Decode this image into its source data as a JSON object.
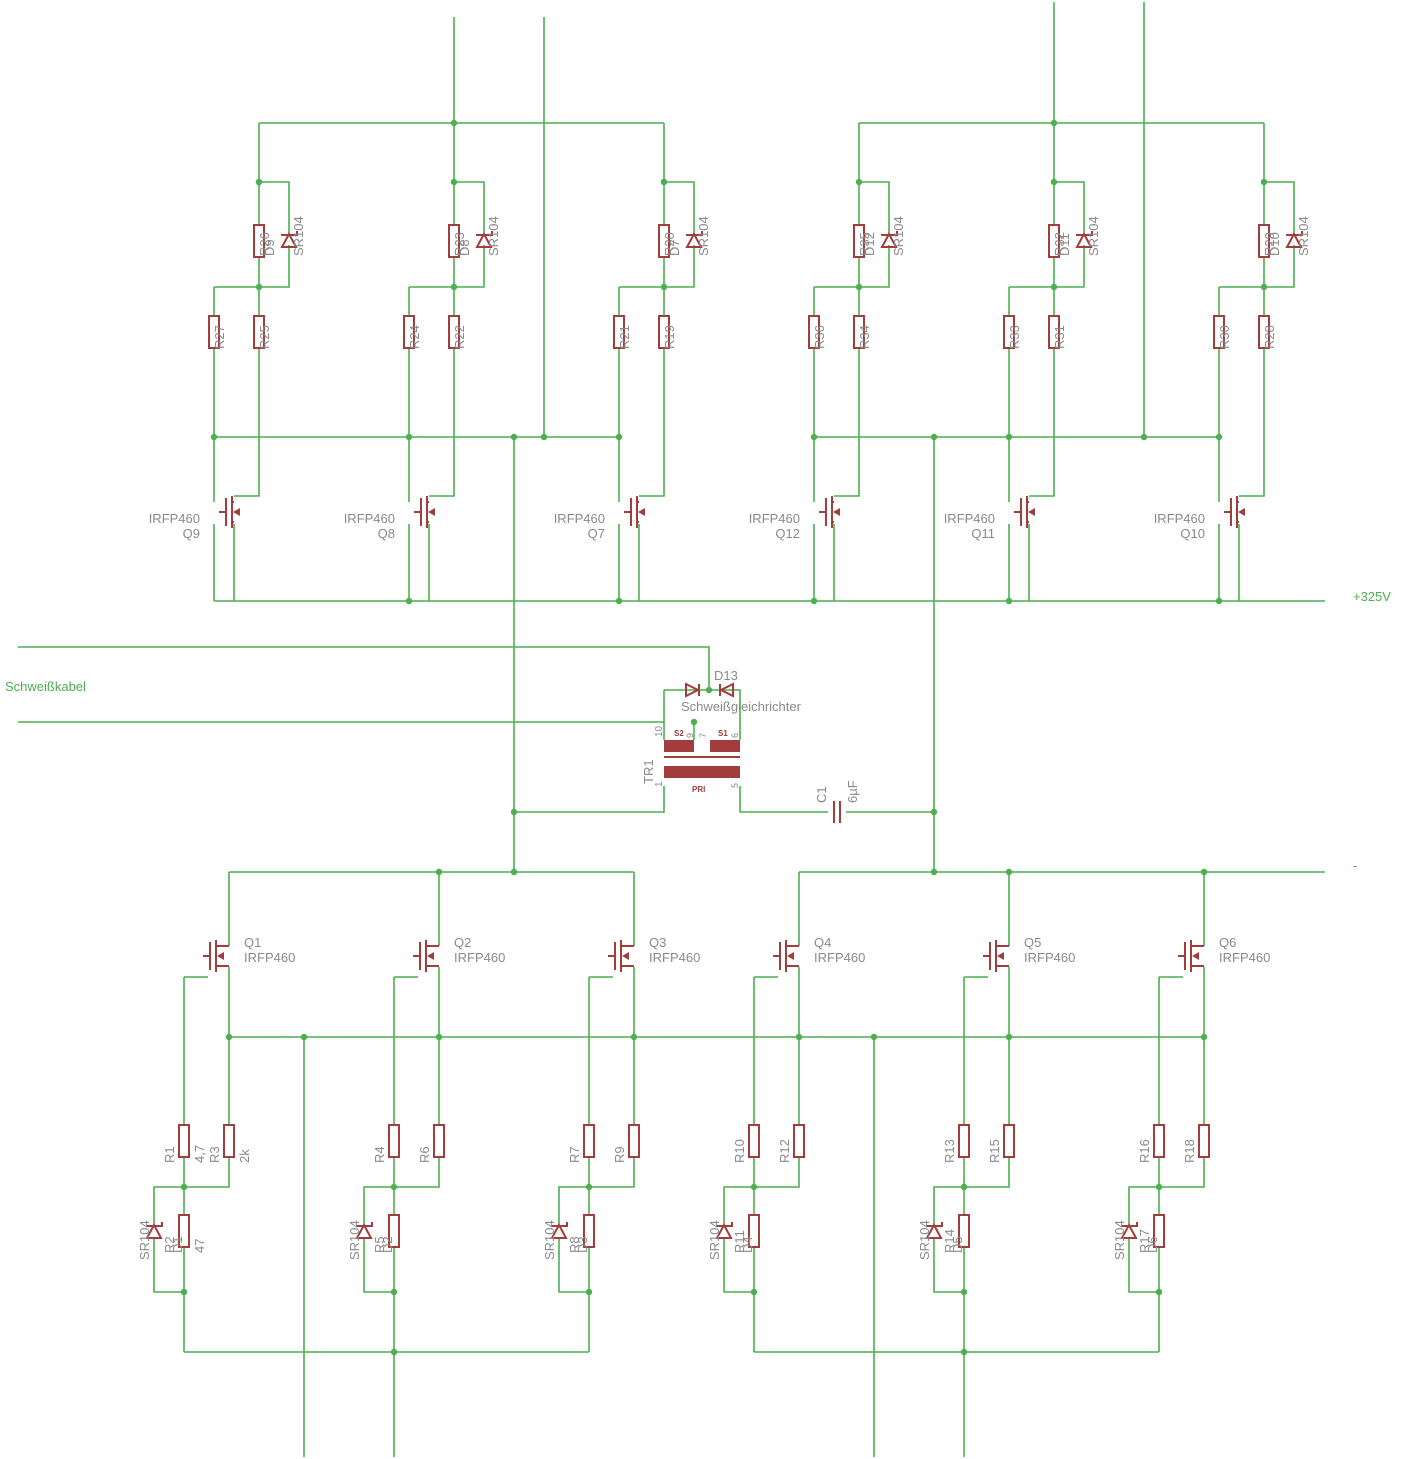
{
  "net_labels": {
    "supply_plus": "+325V",
    "supply_minus": "-",
    "weld_cable": "Schweißkabel"
  },
  "top_bank": [
    {
      "mosfet": {
        "name": "Q9",
        "value": "IRFP460"
      },
      "gate_res": "R27",
      "drain_res": "R25",
      "bypass": "R26",
      "zener": {
        "name": "D9",
        "value": "SR104"
      }
    },
    {
      "mosfet": {
        "name": "Q8",
        "value": "IRFP460"
      },
      "gate_res": "R24",
      "drain_res": "R22",
      "bypass": "R23",
      "zener": {
        "name": "D8",
        "value": "SR104"
      }
    },
    {
      "mosfet": {
        "name": "Q7",
        "value": "IRFP460"
      },
      "gate_res": "R21",
      "drain_res": "R19",
      "bypass": "R20",
      "zener": {
        "name": "D7",
        "value": "SR104"
      }
    },
    {
      "mosfet": {
        "name": "Q12",
        "value": "IRFP460"
      },
      "gate_res": "R36",
      "drain_res": "R34",
      "bypass": "R35",
      "zener": {
        "name": "D12",
        "value": "SR104"
      }
    },
    {
      "mosfet": {
        "name": "Q11",
        "value": "IRFP460"
      },
      "gate_res": "R33",
      "drain_res": "R31",
      "bypass": "R32",
      "zener": {
        "name": "D11",
        "value": "SR104"
      }
    },
    {
      "mosfet": {
        "name": "Q10",
        "value": "IRFP460"
      },
      "gate_res": "R30",
      "drain_res": "R28",
      "bypass": "R29",
      "zener": {
        "name": "D10",
        "value": "SR104"
      }
    }
  ],
  "bottom_bank": [
    {
      "mosfet": {
        "name": "Q1",
        "value": "IRFP460"
      },
      "gate_res": {
        "name": "R1",
        "value": "4,7"
      },
      "drain_res": {
        "name": "R3",
        "value": "2k"
      },
      "bypass": {
        "name": "R2",
        "value": "47"
      },
      "zener": {
        "name": "D1",
        "value": "SR104"
      }
    },
    {
      "mosfet": {
        "name": "Q2",
        "value": "IRFP460"
      },
      "gate_res": {
        "name": "R4",
        "value": ""
      },
      "drain_res": {
        "name": "R6",
        "value": ""
      },
      "bypass": {
        "name": "R5",
        "value": ""
      },
      "zener": {
        "name": "D2",
        "value": "SR104"
      }
    },
    {
      "mosfet": {
        "name": "Q3",
        "value": "IRFP460"
      },
      "gate_res": {
        "name": "R7",
        "value": ""
      },
      "drain_res": {
        "name": "R9",
        "value": ""
      },
      "bypass": {
        "name": "R8",
        "value": ""
      },
      "zener": {
        "name": "D3",
        "value": "SR104"
      }
    },
    {
      "mosfet": {
        "name": "Q4",
        "value": "IRFP460"
      },
      "gate_res": {
        "name": "R10",
        "value": ""
      },
      "drain_res": {
        "name": "R12",
        "value": ""
      },
      "bypass": {
        "name": "R11",
        "value": ""
      },
      "zener": {
        "name": "D4",
        "value": "SR104"
      }
    },
    {
      "mosfet": {
        "name": "Q5",
        "value": "IRFP460"
      },
      "gate_res": {
        "name": "R13",
        "value": ""
      },
      "drain_res": {
        "name": "R15",
        "value": ""
      },
      "bypass": {
        "name": "R14",
        "value": ""
      },
      "zener": {
        "name": "D5",
        "value": "SR104"
      }
    },
    {
      "mosfet": {
        "name": "Q6",
        "value": "IRFP460"
      },
      "gate_res": {
        "name": "R16",
        "value": ""
      },
      "drain_res": {
        "name": "R18",
        "value": ""
      },
      "bypass": {
        "name": "R17",
        "value": ""
      },
      "zener": {
        "name": "D6",
        "value": "SR104"
      }
    }
  ],
  "transformer": {
    "name": "TR1",
    "primary_label": "PRI",
    "sec1": "S1",
    "sec2": "S2",
    "pins": {
      "p1": "1",
      "p5": "5",
      "p6": "6",
      "p7": "7",
      "p9": "9",
      "p10": "10"
    }
  },
  "capacitor": {
    "name": "C1",
    "value": "6µF"
  },
  "rectifier": {
    "name": "D13",
    "value": "Schweißgleichrichter"
  },
  "colors": {
    "wire": "#4caf50",
    "component": "#a13d3d",
    "text": "#8a8a8a"
  }
}
